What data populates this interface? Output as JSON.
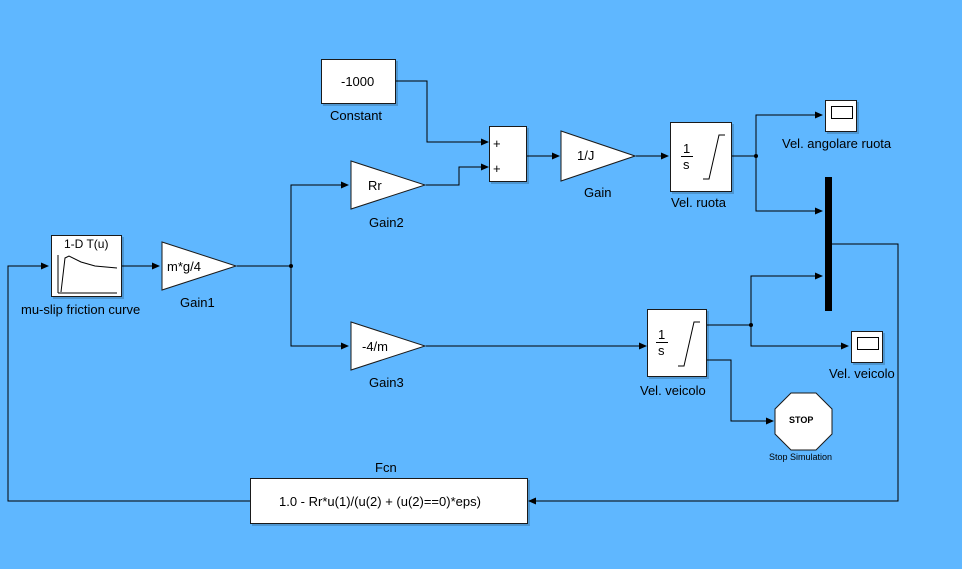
{
  "colors": {
    "background": "#5fb7ff",
    "line": "#000000",
    "block": "#ffffff",
    "mux": "#000000"
  },
  "blocks": {
    "constant": {
      "value": "-1000",
      "label": "Constant"
    },
    "sum": {
      "sign1": "+",
      "sign2": "+"
    },
    "gain": {
      "value": "1/J",
      "label": "Gain"
    },
    "vel_ruota": {
      "num": "1",
      "den": "s",
      "label": "Vel. ruota"
    },
    "scope_ruota": {
      "label": "Vel. angolare ruota"
    },
    "gain2": {
      "value": "Rr",
      "label": "Gain2"
    },
    "lookup": {
      "title": "1-D T(u)",
      "label": "mu-slip friction curve"
    },
    "gain1": {
      "value": "m*g/4",
      "label": "Gain1"
    },
    "gain3": {
      "value": "-4/m",
      "label": "Gain3"
    },
    "vel_veicolo": {
      "num": "1",
      "den": "s",
      "label": "Vel. veicolo"
    },
    "scope_veicolo": {
      "label": "Vel. veicolo"
    },
    "stop": {
      "text": "STOP",
      "label": "Stop Simulation"
    },
    "fcn": {
      "expr": "1.0 - Rr*u(1)/(u(2) + (u(2)==0)*eps)",
      "label": "Fcn"
    }
  }
}
